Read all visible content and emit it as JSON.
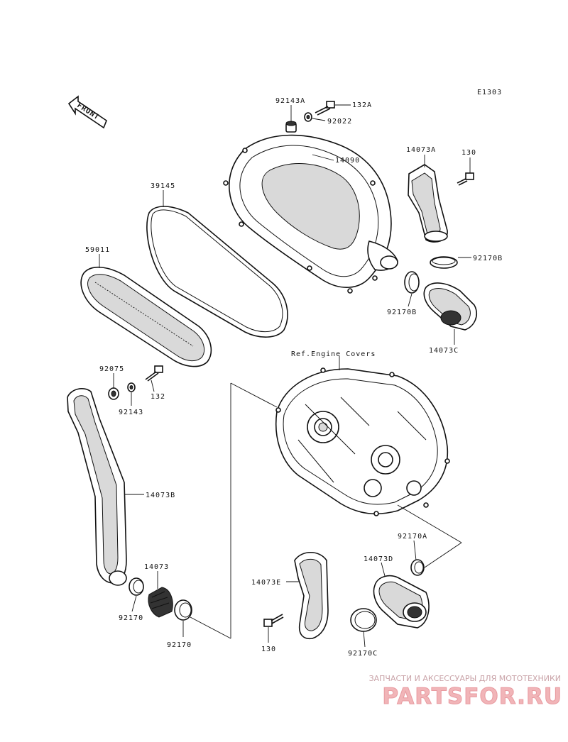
{
  "diagram_code": "E1303",
  "front_marker": "FRONT",
  "reference": "Ref.Engine Covers",
  "callouts": {
    "p92143A": "92143A",
    "p132A": "132A",
    "p92022": "92022",
    "p14090": "14090",
    "p14073A": "14073A",
    "p130_top": "130",
    "p39145": "39145",
    "p59011": "59011",
    "p92170B_right": "92170B",
    "p92170B_left": "92170B",
    "p14073C": "14073C",
    "p92075": "92075",
    "p92143": "92143",
    "p132": "132",
    "p14073B": "14073B",
    "p14073": "14073",
    "p92170_a": "92170",
    "p92170_b": "92170",
    "p92170A": "92170A",
    "p14073D": "14073D",
    "p14073E": "14073E",
    "p130_bottom": "130",
    "p92170C": "92170C"
  },
  "watermark": {
    "caption": "ЗАПЧАСТИ И АКСЕССУАРЫ ДЛЯ МОТОТЕХНИКИ",
    "logo": "PARTSFOR.RU"
  },
  "colors": {
    "line": "#111111",
    "watermark": "#f1b5b8"
  }
}
